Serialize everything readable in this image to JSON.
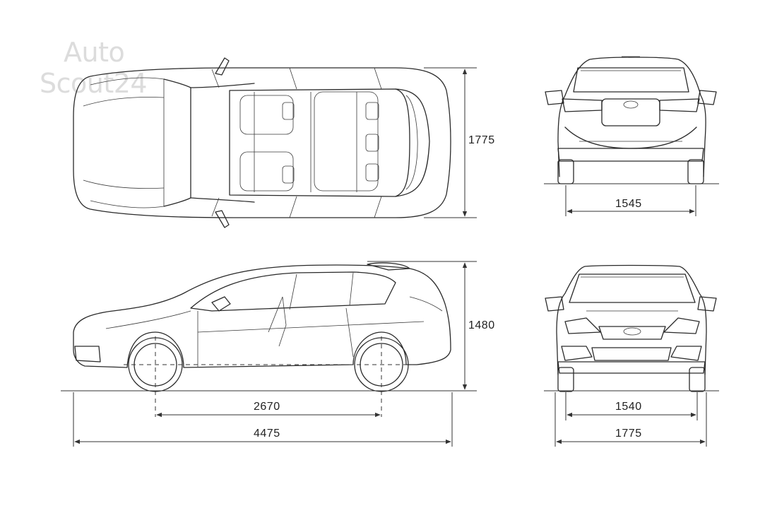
{
  "watermark": {
    "line1": "Auto",
    "line2": "Scout24"
  },
  "top_view": {
    "width_dimension": "1775"
  },
  "rear_view": {
    "track_dimension": "1545"
  },
  "side_view": {
    "height_dimension": "1480",
    "wheelbase_dimension": "2670",
    "length_dimension": "4475"
  },
  "front_view": {
    "track_dimension": "1540",
    "width_dimension": "1775"
  }
}
